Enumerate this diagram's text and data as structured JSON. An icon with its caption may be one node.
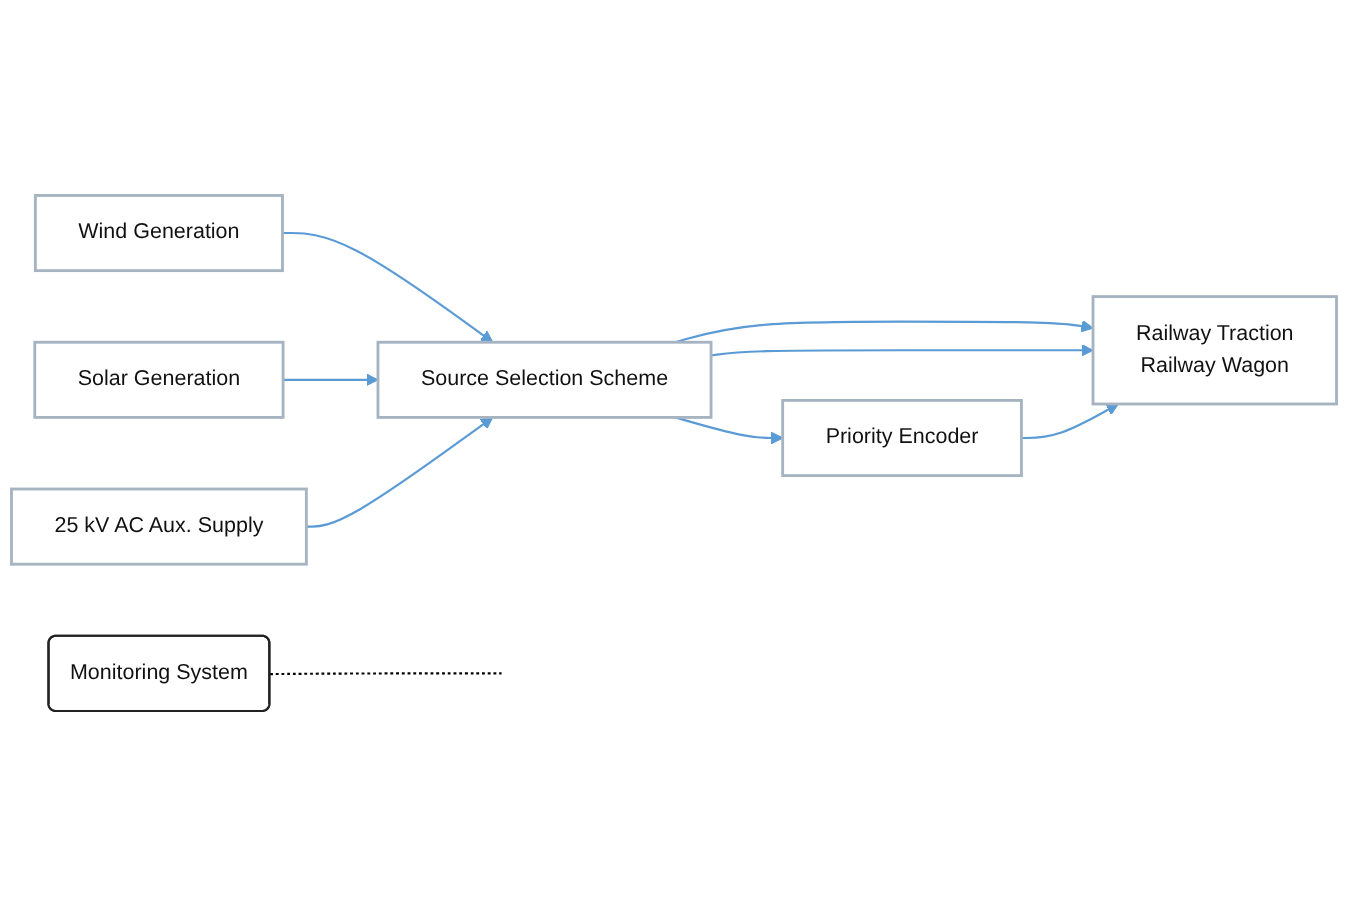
{
  "diagram": {
    "nodes": [
      {
        "text": [
          "Wind Generation"
        ]
      },
      {
        "text": [
          "Solar Generation"
        ]
      },
      {
        "text": [
          "25 kV AC Aux. Supply"
        ]
      },
      {
        "text": [
          "Source Selection Scheme"
        ]
      },
      {
        "text": [
          "Priority Encoder"
        ]
      },
      {
        "text": [
          "Railway Traction",
          "Railway Wagon"
        ]
      },
      {
        "text": [
          "Monitoring System"
        ]
      }
    ],
    "edges": [
      {
        "from": 0,
        "to": 3,
        "arrow": "to"
      },
      {
        "from": 1,
        "to": 3,
        "arrow": "to"
      },
      {
        "from": 2,
        "to": 3,
        "arrow": "to"
      },
      {
        "from": 3,
        "to": 5,
        "arrow": "to"
      },
      {
        "from": 3,
        "to": 5,
        "arrow": "to"
      },
      {
        "from": 3,
        "to": 4,
        "arrow": "to"
      },
      {
        "from": 4,
        "to": 5,
        "arrow": "to"
      },
      {
        "from": 6,
        "to": null,
        "arrow": "none",
        "style": "dashed",
        "color": "#000000"
      }
    ]
  }
}
